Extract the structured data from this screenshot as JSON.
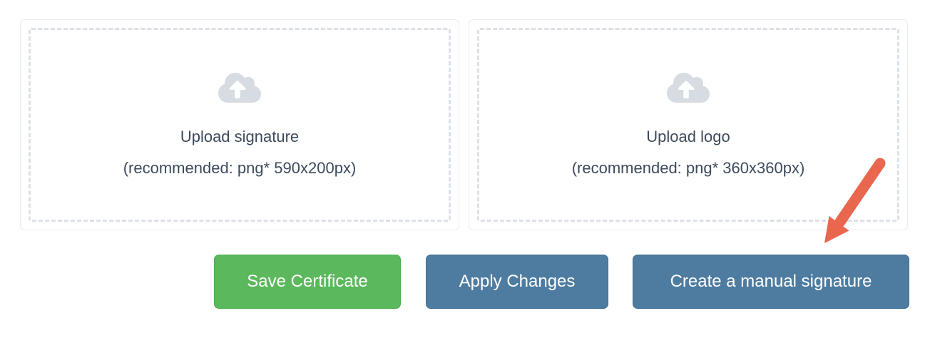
{
  "upload_cards": [
    {
      "title": "Upload signature",
      "hint": "(recommended: png* 590x200px)",
      "icon": "cloud-upload-icon"
    },
    {
      "title": "Upload logo",
      "hint": "(recommended: png* 360x360px)",
      "icon": "cloud-upload-icon"
    }
  ],
  "buttons": [
    {
      "label": "Save Certificate",
      "color": "#5cb85c",
      "border_color": "#4cae4c"
    },
    {
      "label": "Apply Changes",
      "color": "#4e7ca1",
      "border_color": "#3c6e93"
    },
    {
      "label": "Create a manual signature",
      "color": "#4e7ca1",
      "border_color": "#3c6e93"
    }
  ],
  "annotation": {
    "type": "arrow",
    "color": "#e9664f",
    "points_to": "Create a manual signature"
  },
  "colors": {
    "text": "#3d4a5c",
    "dashed_border": "#dce0e7",
    "card_border": "#e9ecf1",
    "icon": "#d7dbe2",
    "background": "#ffffff"
  }
}
